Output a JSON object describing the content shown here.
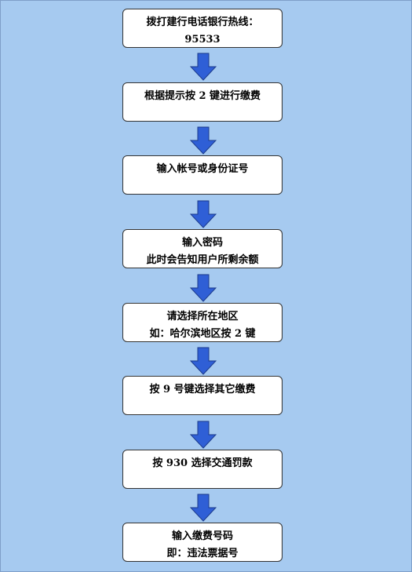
{
  "steps": [
    {
      "lines": [
        "拨打建行电话银行热线：",
        "95533"
      ]
    },
    {
      "lines": [
        "根据提示按 2 键进行缴费"
      ]
    },
    {
      "lines": [
        "输入帐号或身份证号"
      ]
    },
    {
      "lines": [
        "输入密码",
        "此时会告知用户所剩余额"
      ]
    },
    {
      "lines": [
        "请选择所在地区",
        "如：哈尔滨地区按 2 键"
      ]
    },
    {
      "lines": [
        "按 9 号键选择其它缴费"
      ]
    },
    {
      "lines": [
        "按 930 选择交通罚款"
      ]
    },
    {
      "lines": [
        "输入缴费号码",
        "即：违法票据号"
      ]
    }
  ],
  "colors": {
    "background": "#a6caf0",
    "arrow_fill": "#2f5fd6",
    "arrow_stroke": "#1b3a8a",
    "box_fill": "#ffffff"
  },
  "icons": {
    "arrow": "down-arrow-icon"
  }
}
